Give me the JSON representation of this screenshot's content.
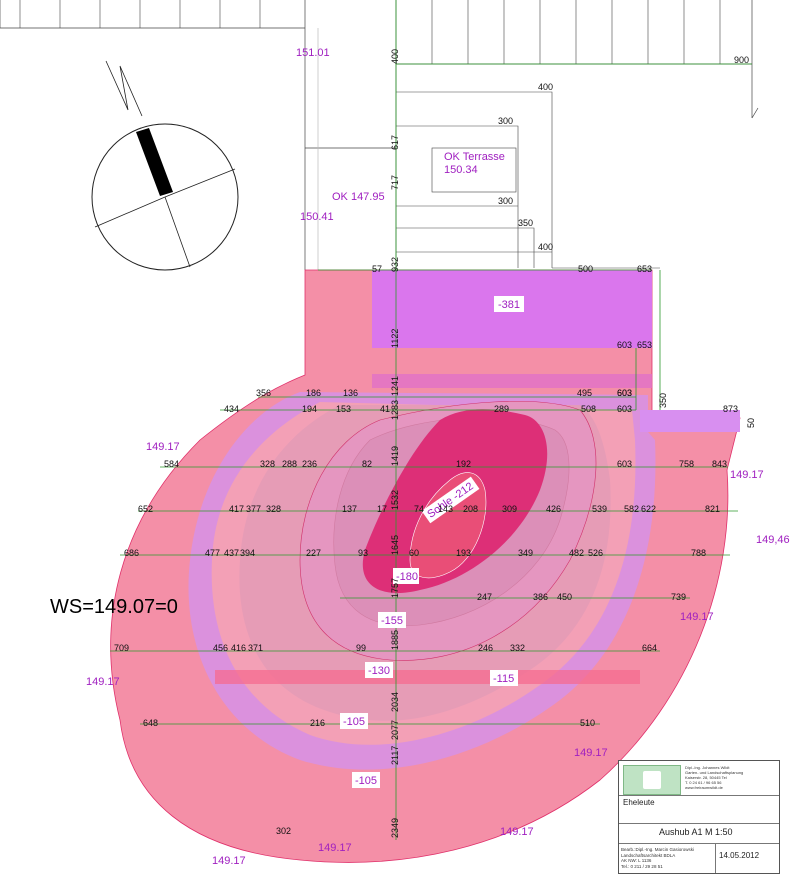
{
  "ws_label": "WS=149.07=0",
  "elevation_labels": [
    "151.01",
    "OK 147.95",
    "150.41",
    "149.17",
    "149.17",
    "149.17",
    "149.17",
    "149.17",
    "149.17",
    "149.17",
    "149,46",
    "149.17"
  ],
  "terrace_label": {
    "title": "OK Terrasse",
    "value": "150.34"
  },
  "depth_tags": [
    "-381",
    "-180",
    "-155",
    "-130",
    "-115",
    "-105",
    "-105"
  ],
  "sole_label": "Sohle -212",
  "vertical_dims": [
    "400",
    "617",
    "717",
    "932",
    "1122",
    "1241",
    "1283",
    "1419",
    "1532",
    "1645",
    "1757",
    "1885",
    "2034",
    "2077",
    "2117",
    "2349"
  ],
  "top_dims": [
    "900",
    "400",
    "300",
    "300",
    "350",
    "400",
    "500",
    "57",
    "653",
    "603",
    "653",
    "603",
    "350",
    "873",
    "50"
  ],
  "row_dims": [
    [
      "356",
      "186",
      "136",
      "495",
      "603"
    ],
    [
      "434",
      "194",
      "153",
      "41",
      "289",
      "508",
      "603"
    ],
    [
      "584",
      "328",
      "288",
      "236",
      "82",
      "192",
      "603",
      "758",
      "843"
    ],
    [
      "652",
      "417",
      "377",
      "328",
      "137",
      "17",
      "74",
      "143",
      "208",
      "309",
      "426",
      "539",
      "582",
      "622",
      "821"
    ],
    [
      "686",
      "477",
      "437",
      "394",
      "227",
      "93",
      "60",
      "193",
      "349",
      "482",
      "526",
      "788"
    ],
    [
      "247",
      "386",
      "450",
      "739"
    ],
    [
      "709",
      "456",
      "416",
      "371",
      "99",
      "246",
      "332",
      "664"
    ],
    [
      "648",
      "216",
      "510"
    ],
    [
      "302"
    ]
  ],
  "title_block": {
    "office": [
      "Dipl.-Ing. Johannes Wildt",
      "Garten- und Landschaftsplanung",
      "Kaiserstr. 28, 50445 Tel",
      "T. 0 24 61 / 96 65 56",
      "www.freiraumwildt.de"
    ],
    "client": "Eheleute",
    "drawing": "Aushub A1  M 1:50",
    "author": [
      "Bearb.:Dipl.-Ing. Marcin Gasiorowski",
      "Landschaftsarchitekt BDLA",
      "AK NW: L 1136",
      "Tel.: 0 211 / 29 28 51"
    ],
    "date": "14.05.2012"
  },
  "colors": {
    "pit": "#f18ea6",
    "layer1": "#f6a0b4",
    "layer2": "#d693d1",
    "layer3": "#e6a8c8",
    "core": "#e0306a",
    "basement": "#d875f0",
    "grid": "#2c9a2c"
  }
}
